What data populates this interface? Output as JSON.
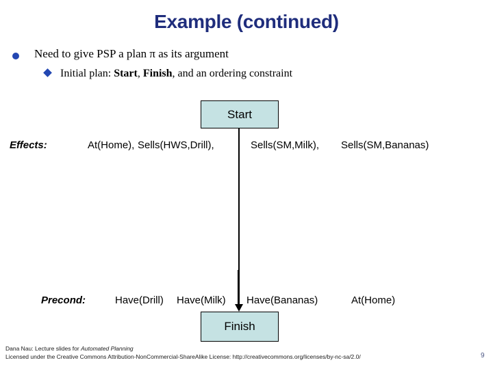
{
  "slide": {
    "title": "Example (continued)",
    "bullet1": {
      "text": "Need to give PSP a plan π as its argument"
    },
    "bullet2": {
      "prefix": "Initial plan: ",
      "start_bold": "Start",
      "separator": ", ",
      "finish_bold": "Finish",
      "suffix": ", and an ordering constraint"
    }
  },
  "diagram": {
    "start_box_label": "Start",
    "finish_box_label": "Finish",
    "effects": {
      "label": "Effects:",
      "items": [
        "At(Home),",
        "Sells(HWS,Drill),",
        "Sells(SM,Milk),",
        "Sells(SM,Bananas)"
      ]
    },
    "preconds": {
      "label": "Precond:",
      "items": [
        "Have(Drill)",
        "Have(Milk)",
        "Have(Bananas)",
        "At(Home)"
      ]
    }
  },
  "footer": {
    "line1_prefix": "Dana Nau: Lecture slides for ",
    "line1_italic": "Automated Planning",
    "line2": "Licensed under the Creative Commons Attribution-NonCommercial-ShareAlike License: http://creativecommons.org/licenses/by-nc-sa/2.0/",
    "page_number": "9"
  },
  "colors": {
    "title_text": "#1f2d7c",
    "bullet_marker": "#2347b2",
    "node_box_fill": "#c5e2e3",
    "node_box_border": "#000000",
    "arrow": "#000000",
    "page_number": "#4a5583"
  }
}
